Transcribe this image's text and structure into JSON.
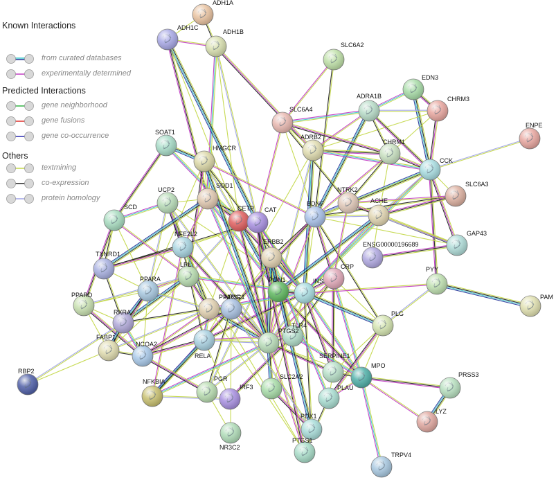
{
  "legend": {
    "known_title": "Known Interactions",
    "predicted_title": "Predicted Interactions",
    "others_title": "Others",
    "items": [
      {
        "label": "from curated databases",
        "colors": [
          "#41c7cc",
          "#2b3a9c"
        ]
      },
      {
        "label": "experimentally determined",
        "colors": [
          "#c23bc4"
        ]
      },
      {
        "label": "gene neighborhood",
        "colors": [
          "#35b445"
        ]
      },
      {
        "label": "gene fusions",
        "colors": [
          "#e0302d"
        ]
      },
      {
        "label": "gene co-occurrence",
        "colors": [
          "#2a2ab0"
        ]
      },
      {
        "label": "textmining",
        "colors": [
          "#c4d84a"
        ]
      },
      {
        "label": "co-expression",
        "colors": [
          "#222222"
        ]
      },
      {
        "label": "protein homology",
        "colors": [
          "#9fa3e6"
        ]
      }
    ]
  },
  "network": {
    "nodes": [
      {
        "id": "ADH1A",
        "color": "#e9c3a1"
      },
      {
        "id": "ADH1C",
        "color": "#a9a9e6"
      },
      {
        "id": "ADH1B",
        "color": "#d9e0b0"
      },
      {
        "id": "SLC6A2",
        "color": "#bfe0a8"
      },
      {
        "id": "EDN3",
        "color": "#a8dca8"
      },
      {
        "id": "CHRM3",
        "color": "#e8a7a0"
      },
      {
        "id": "ADRA1B",
        "color": "#b8dcc8"
      },
      {
        "id": "ENPE",
        "color": "#e8a7a0"
      },
      {
        "id": "SLC6A4",
        "color": "#e8b8b0"
      },
      {
        "id": "ADRB2",
        "color": "#e0dcb0"
      },
      {
        "id": "CHRM1",
        "color": "#c8e0c0"
      },
      {
        "id": "SOAT1",
        "color": "#a8dcc8"
      },
      {
        "id": "HMGCR",
        "color": "#dcd8a8"
      },
      {
        "id": "CCK",
        "color": "#a8dce0"
      },
      {
        "id": "SLC6A3",
        "color": "#dcb0a0"
      },
      {
        "id": "UCP2",
        "color": "#b8dcb8"
      },
      {
        "id": "SOD1",
        "color": "#e0c8b0"
      },
      {
        "id": "NTRK2",
        "color": "#e0c8b8"
      },
      {
        "id": "SCD",
        "color": "#a8dcc0"
      },
      {
        "id": "CETP",
        "color": "#e06060"
      },
      {
        "id": "CAT",
        "color": "#a890e0"
      },
      {
        "id": "BDNF",
        "color": "#a8c0e8"
      },
      {
        "id": "ACHE",
        "color": "#e0d4b0"
      },
      {
        "id": "GAP43",
        "color": "#b0dcd8"
      },
      {
        "id": "NFE2L2",
        "color": "#a8d4e0"
      },
      {
        "id": "ERBB2",
        "color": "#e0d0b0"
      },
      {
        "id": "ENSG00000196689",
        "color": "#b0a8e0"
      },
      {
        "id": "TXNRD1",
        "color": "#a8b0e0"
      },
      {
        "id": "LPL",
        "color": "#b8dcb0"
      },
      {
        "id": "CRP",
        "color": "#e0a8b8"
      },
      {
        "id": "PPARA",
        "color": "#a8c8e0"
      },
      {
        "id": "PON1",
        "color": "#60b860"
      },
      {
        "id": "INS",
        "color": "#a8dce0"
      },
      {
        "id": "PYY",
        "color": "#bfe0b0"
      },
      {
        "id": "PPARD",
        "color": "#c8e0b0"
      },
      {
        "id": "PPARG",
        "color": "#e0d0b0"
      },
      {
        "id": "NR3C1",
        "color": "#a8c0e0"
      },
      {
        "id": "PAM",
        "color": "#e0e0b0"
      },
      {
        "id": "RXRA",
        "color": "#b0a8d8"
      },
      {
        "id": "PLG",
        "color": "#d4e4b0"
      },
      {
        "id": "TLR4",
        "color": "#b0dcc8"
      },
      {
        "id": "RELA",
        "color": "#a8d0e0"
      },
      {
        "id": "FABP1",
        "color": "#e0dcb0"
      },
      {
        "id": "PTGS2",
        "color": "#b8dcb8"
      },
      {
        "id": "NCOA2",
        "color": "#a8c8e8"
      },
      {
        "id": "SERPINE1",
        "color": "#b8e0c8"
      },
      {
        "id": "MPO",
        "color": "#50b0a8"
      },
      {
        "id": "RBP2",
        "color": "#5060a8"
      },
      {
        "id": "NFKBIA",
        "color": "#c8c070"
      },
      {
        "id": "PGR",
        "color": "#b8dcb0"
      },
      {
        "id": "IRF3",
        "color": "#a890e0"
      },
      {
        "id": "SLC2A2",
        "color": "#a8dca8"
      },
      {
        "id": "PLAU",
        "color": "#a8dcd0"
      },
      {
        "id": "PRSS3",
        "color": "#b8e0c0"
      },
      {
        "id": "LYZ",
        "color": "#e0a8a0"
      },
      {
        "id": "NR3C2",
        "color": "#b0dcb8"
      },
      {
        "id": "PDX1",
        "color": "#a8dcd8"
      },
      {
        "id": "PTGS1",
        "color": "#a8dcc8"
      },
      {
        "id": "TRPV4",
        "color": "#a8c8e0"
      }
    ]
  }
}
